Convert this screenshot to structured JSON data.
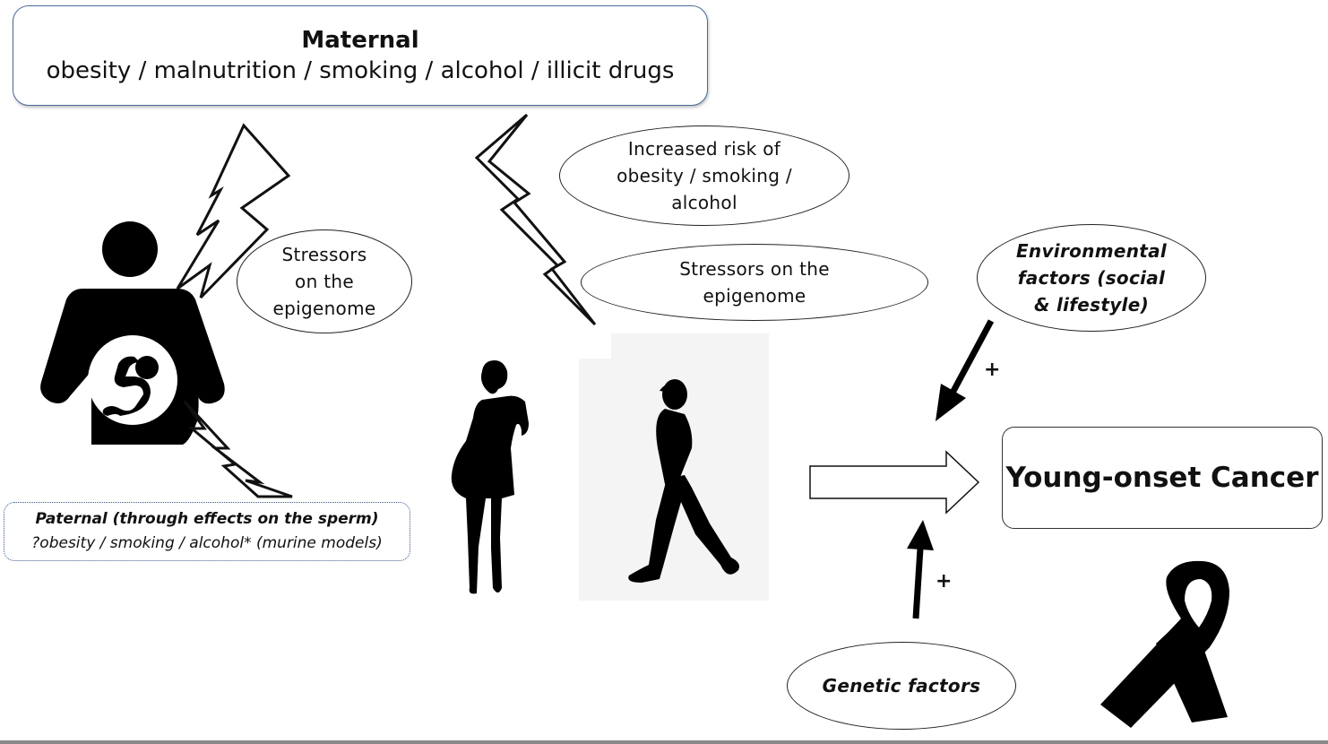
{
  "maternal": {
    "title": "Maternal",
    "factors": "obesity / malnutrition / smoking / alcohol / illicit drugs"
  },
  "stressors_left": {
    "line1": "Stressors",
    "line2": "on the",
    "line3": "epigenome"
  },
  "increased_risk": {
    "line1": "Increased  risk of",
    "line2": "obesity / smoking /",
    "line3": "alcohol"
  },
  "stressors_right": {
    "line1": "Stressors  on the",
    "line2": "epigenome"
  },
  "paternal": {
    "line1": "Paternal (through effects on the sperm)",
    "line2": "?obesity / smoking / alcohol* (murine models)"
  },
  "environmental": {
    "line1": "Environmental",
    "line2": "factors (social",
    "line3": "& lifestyle)"
  },
  "genetic": {
    "label": "Genetic factors"
  },
  "outcome": {
    "label": "Young-onset Cancer"
  },
  "plus_top": "+",
  "plus_bottom": "+",
  "icons": [
    "pregnant-woman-icon",
    "baby-icon",
    "lightning-bolt-icon",
    "woman-silhouette",
    "walking-man-silhouette",
    "block-arrow-right-icon",
    "arrow-down-left-icon",
    "arrow-up-icon",
    "awareness-ribbon-icon"
  ]
}
